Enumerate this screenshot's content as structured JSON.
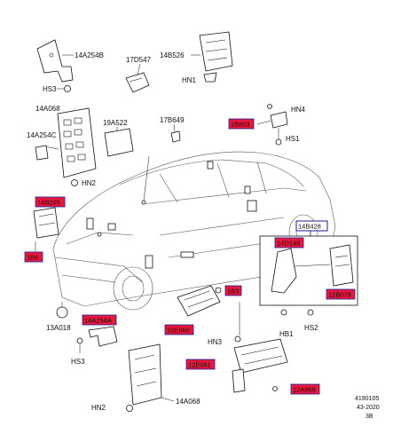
{
  "labels": {
    "l_14A254B": "14A254B",
    "l_17D547": "17D547",
    "l_14B526": "14B526",
    "l_HS3_top": "HS3",
    "l_HN1": "HN1",
    "l_14A068_top": "14A068",
    "l_19A522": "19A522",
    "l_17B649": "17B649",
    "l_HN4": "HN4",
    "l_14A254C": "14A254C",
    "l_HS1": "HS1",
    "l_HN2_top": "HN2",
    "l_14B428": "14B428",
    "l_13A018": "13A018",
    "l_HB1": "HB1",
    "l_HS2": "HS2",
    "l_HS3_bottom": "HS3",
    "l_14A068_bottom": "14A068",
    "l_HN2_bottom": "HN2",
    "l_HN3": "HN3",
    "ref_code": "4190105",
    "ref_date": "43-2020",
    "ref_rev": "3B"
  },
  "highlights": {
    "h_top_right": "1B803",
    "h_left_module": "14B205",
    "h_left_small": "1B6",
    "h_mid_left": "14A254A",
    "h_center": "10E860",
    "h_center_right": "1B3",
    "h_bottom_mid": "12E061",
    "h_bottom_right": "12A869",
    "h_inset_top": "14D148",
    "h_inset_right": "12B079"
  },
  "colors": {
    "highlight_fill": "#e8183c",
    "highlight_border": "#1d1d9b",
    "line": "#111111",
    "car_line": "#555555"
  }
}
